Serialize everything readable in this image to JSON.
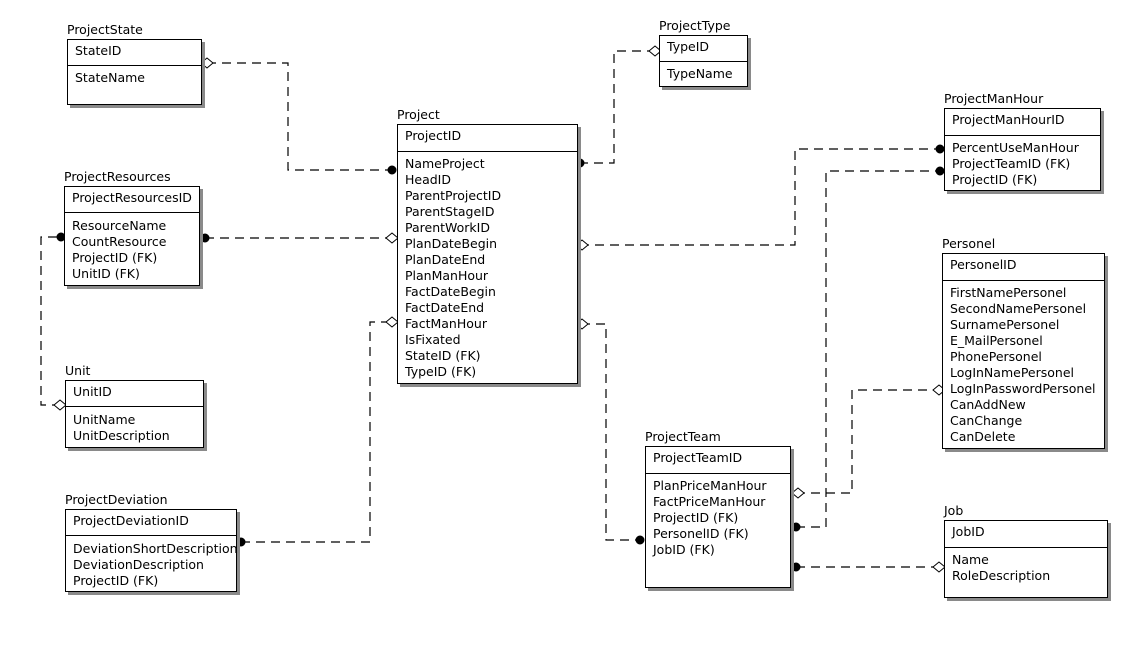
{
  "entities": {
    "project_state": {
      "title": "ProjectState",
      "pk": "StateID",
      "attrs": [
        "StateName"
      ]
    },
    "project_type": {
      "title": "ProjectType",
      "pk": "TypeID",
      "attrs": [
        "TypeName"
      ]
    },
    "project": {
      "title": "Project",
      "pk": "ProjectID",
      "attrs": [
        "NameProject",
        "HeadID",
        "ParentProjectID",
        "ParentStageID",
        "ParentWorkID",
        "PlanDateBegin",
        "PlanDateEnd",
        "PlanManHour",
        "FactDateBegin",
        "FactDateEnd",
        "FactManHour",
        "IsFixated",
        "StateID (FK)",
        "TypeID (FK)"
      ]
    },
    "project_man_hour": {
      "title": "ProjectManHour",
      "pk": "ProjectManHourID",
      "attrs": [
        "PercentUseManHour",
        "ProjectTeamID (FK)",
        "ProjectID (FK)"
      ]
    },
    "project_resources": {
      "title": "ProjectResources",
      "pk": "ProjectResourcesID",
      "attrs": [
        "ResourceName",
        "CountResource",
        "ProjectID (FK)",
        "UnitID (FK)"
      ]
    },
    "personel": {
      "title": "Personel",
      "pk": "PersonelID",
      "attrs": [
        "FirstNamePersonel",
        "SecondNamePersonel",
        "SurnamePersonel",
        "E_MailPersonel",
        "PhonePersonel",
        "LogInNamePersonel",
        "LogInPasswordPersonel",
        "CanAddNew",
        "CanChange",
        "CanDelete"
      ]
    },
    "unit": {
      "title": "Unit",
      "pk": "UnitID",
      "attrs": [
        "UnitName",
        "UnitDescription"
      ]
    },
    "project_team": {
      "title": "ProjectTeam",
      "pk": "ProjectTeamID",
      "attrs": [
        "PlanPriceManHour",
        "FactPriceManHour",
        "ProjectID (FK)",
        "PersonelID (FK)",
        "JobID (FK)"
      ]
    },
    "project_deviation": {
      "title": "ProjectDeviation",
      "pk": "ProjectDeviationID",
      "attrs": [
        "DeviationShortDescription",
        "DeviationDescription",
        "ProjectID (FK)"
      ]
    },
    "job": {
      "title": "Job",
      "pk": "JobID",
      "attrs": [
        "Name",
        "RoleDescription"
      ]
    }
  },
  "colors": {
    "line": "#000000",
    "shadow": "#8a8a8a",
    "background": "#ffffff"
  }
}
